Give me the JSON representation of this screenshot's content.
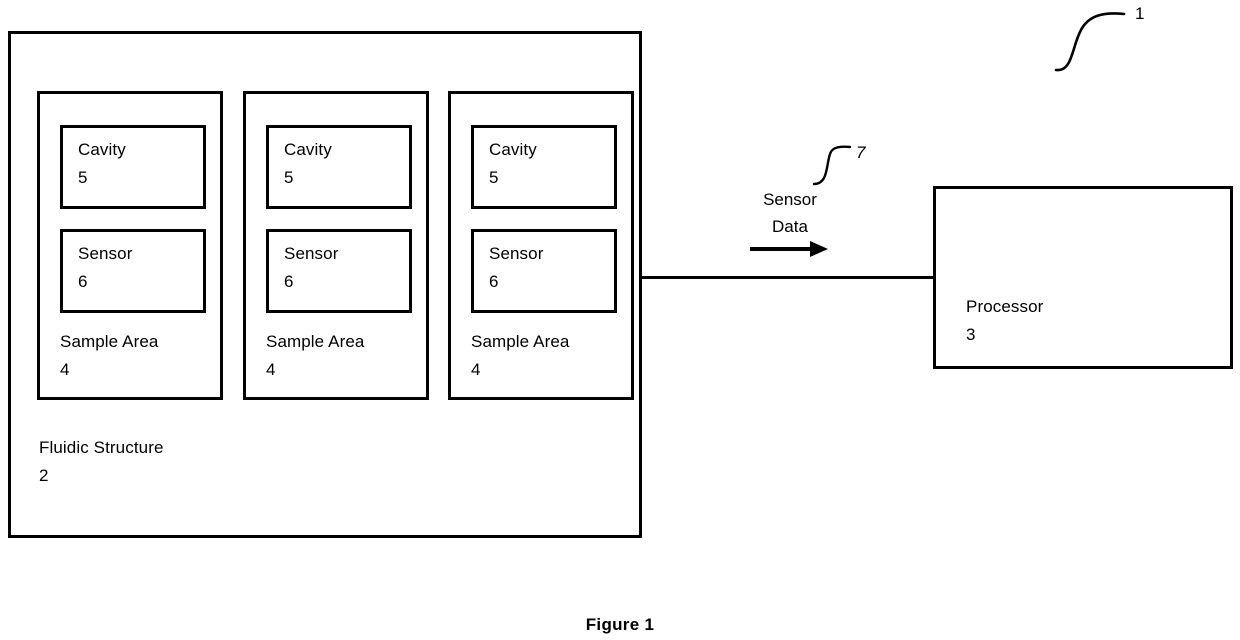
{
  "figure": {
    "caption": "Figure 1",
    "reference_number": "1"
  },
  "colors": {
    "stroke": "#000000",
    "background": "#ffffff"
  },
  "fluidic_structure": {
    "label": "Fluidic Structure",
    "reference_number": "2",
    "sample_areas": [
      {
        "label": "Sample Area",
        "reference_number": "4",
        "cavity": {
          "label": "Cavity",
          "reference_number": "5"
        },
        "sensor": {
          "label": "Sensor",
          "reference_number": "6"
        }
      },
      {
        "label": "Sample Area",
        "reference_number": "4",
        "cavity": {
          "label": "Cavity",
          "reference_number": "5"
        },
        "sensor": {
          "label": "Sensor",
          "reference_number": "6"
        }
      },
      {
        "label": "Sample Area",
        "reference_number": "4",
        "cavity": {
          "label": "Cavity",
          "reference_number": "5"
        },
        "sensor": {
          "label": "Sensor",
          "reference_number": "6"
        }
      }
    ]
  },
  "processor": {
    "label": "Processor",
    "reference_number": "3"
  },
  "data_flow": {
    "line1": "Sensor",
    "line2": "Data",
    "reference_number": "7",
    "direction": "left-to-right"
  }
}
